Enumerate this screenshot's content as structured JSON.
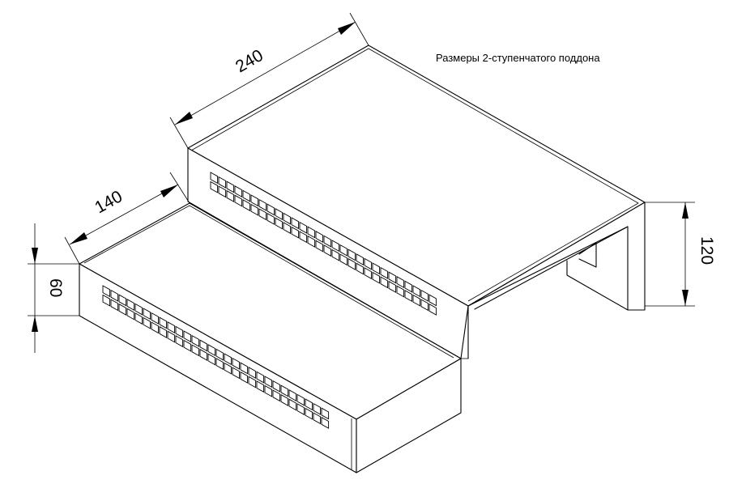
{
  "caption": "Размеры 2-ступенчатого поддона",
  "dimensions": {
    "top_step_depth": "240",
    "bottom_step_depth": "140",
    "bottom_step_height": "60",
    "top_step_height": "120"
  },
  "colors": {
    "line": "#000000",
    "background": "#ffffff"
  }
}
